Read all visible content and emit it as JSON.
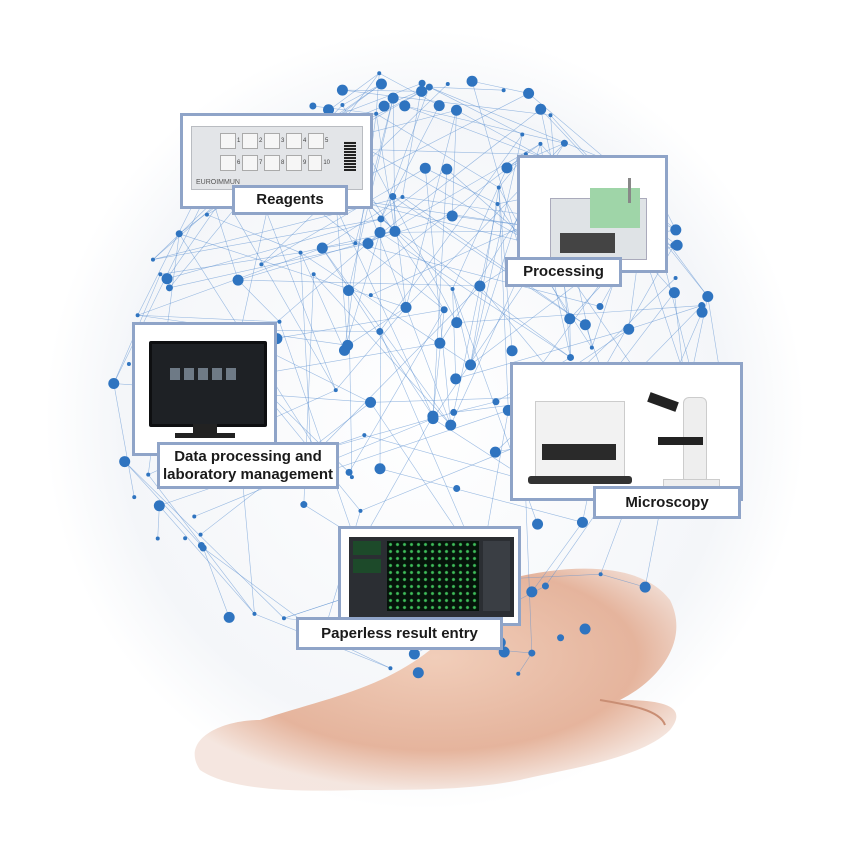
{
  "cards": {
    "reagents": {
      "label": "Reagents",
      "brand": "EUROIMMUN",
      "wells": [
        "1",
        "2",
        "3",
        "4",
        "5",
        "6",
        "7",
        "8",
        "9",
        "10"
      ]
    },
    "processing": {
      "label": "Processing"
    },
    "data_processing": {
      "label_line1": "Data processing and",
      "label_line2": "laboratory management"
    },
    "microscopy": {
      "label": "Microscopy"
    },
    "paperless": {
      "label": "Paperless result entry"
    }
  },
  "colors": {
    "node": "#2f74c0",
    "line": "#5a8fd0",
    "frame": "#8fa4c8",
    "skin": "#e8b49a"
  }
}
